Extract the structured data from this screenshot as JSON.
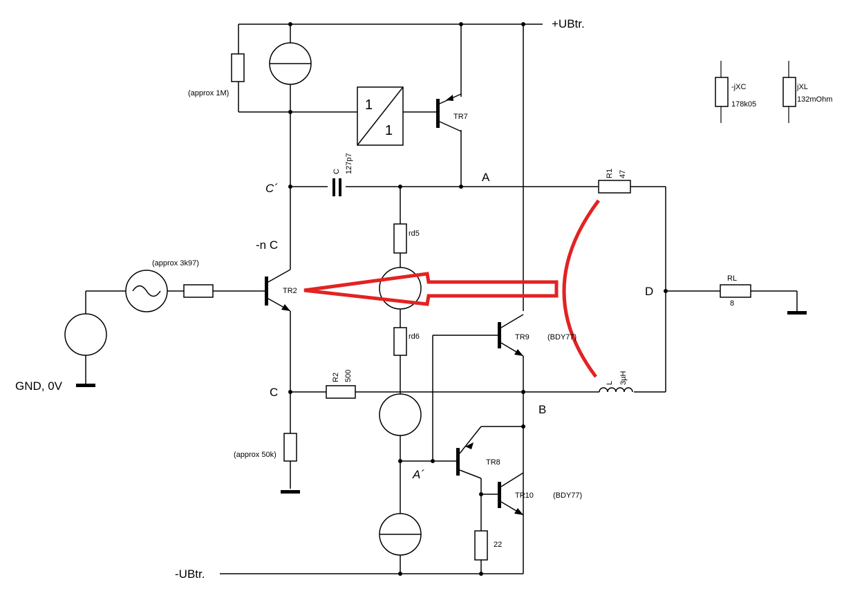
{
  "rails": {
    "positive": "+UBtr.",
    "negative": "-UBtr.",
    "ground": "GND, 0V"
  },
  "nodes": {
    "c_prime": "C´",
    "neg_n_c": "-n C",
    "a": "A",
    "c": "C",
    "b": "B",
    "d": "D",
    "a_prime": "A´"
  },
  "components": {
    "r_top": "(approx 1M)",
    "buffer_top": "1",
    "buffer_bottom": "1",
    "tr7": "TR7",
    "cap_name": "C",
    "cap_value": "127p7",
    "r1_name": "R1",
    "r1_value": "47",
    "rd5": "rd5",
    "rd6": "rd6",
    "source_r": "(approx 3k97)",
    "tr2": "TR2",
    "tr9": "TR9",
    "tr9_type": "(BDY77)",
    "rl_name": "RL",
    "rl_value": "8",
    "r2_name": "R2",
    "r2_value": "500",
    "l_name": "L",
    "l_value": "3µH",
    "r_bottom": "(approx 50k)",
    "tr8": "TR8",
    "tr10": "TR10",
    "tr10_type": "(BDY77)",
    "r22": "22"
  },
  "legend": {
    "xc_name": "-jXC",
    "xc_value": "178k05",
    "xl_name": "jXL",
    "xl_value": "132mOhm"
  },
  "colors": {
    "wire": "#000000",
    "annotation": "#e32222",
    "background": "#ffffff"
  }
}
